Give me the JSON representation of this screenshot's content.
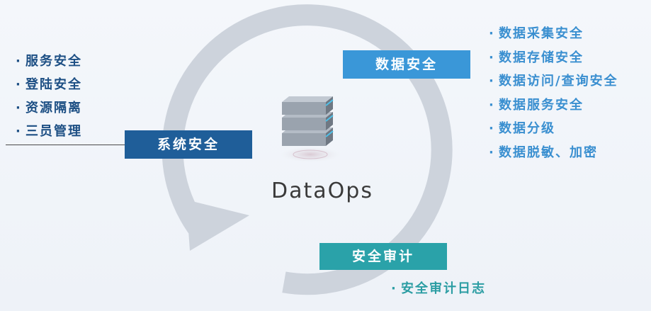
{
  "center": {
    "label": "DataOps"
  },
  "system": {
    "tag": "系统安全",
    "items": [
      "服务安全",
      "登陆安全",
      "资源隔离",
      "三员管理"
    ]
  },
  "data_security": {
    "tag": "数据安全",
    "items": [
      "数据采集安全",
      "数据存储安全",
      "数据访问/查询安全",
      "数据服务安全",
      "数据分级",
      "数据脱敏、加密"
    ]
  },
  "audit": {
    "tag": "安全审计",
    "items": [
      "安全审计日志"
    ]
  },
  "colors": {
    "system": "#1f5e99",
    "data": "#3a97d8",
    "audit": "#2aa2a9",
    "ring": "#cdd3dc"
  },
  "icons": [
    "server-icon",
    "cycle-arrow-icon"
  ]
}
